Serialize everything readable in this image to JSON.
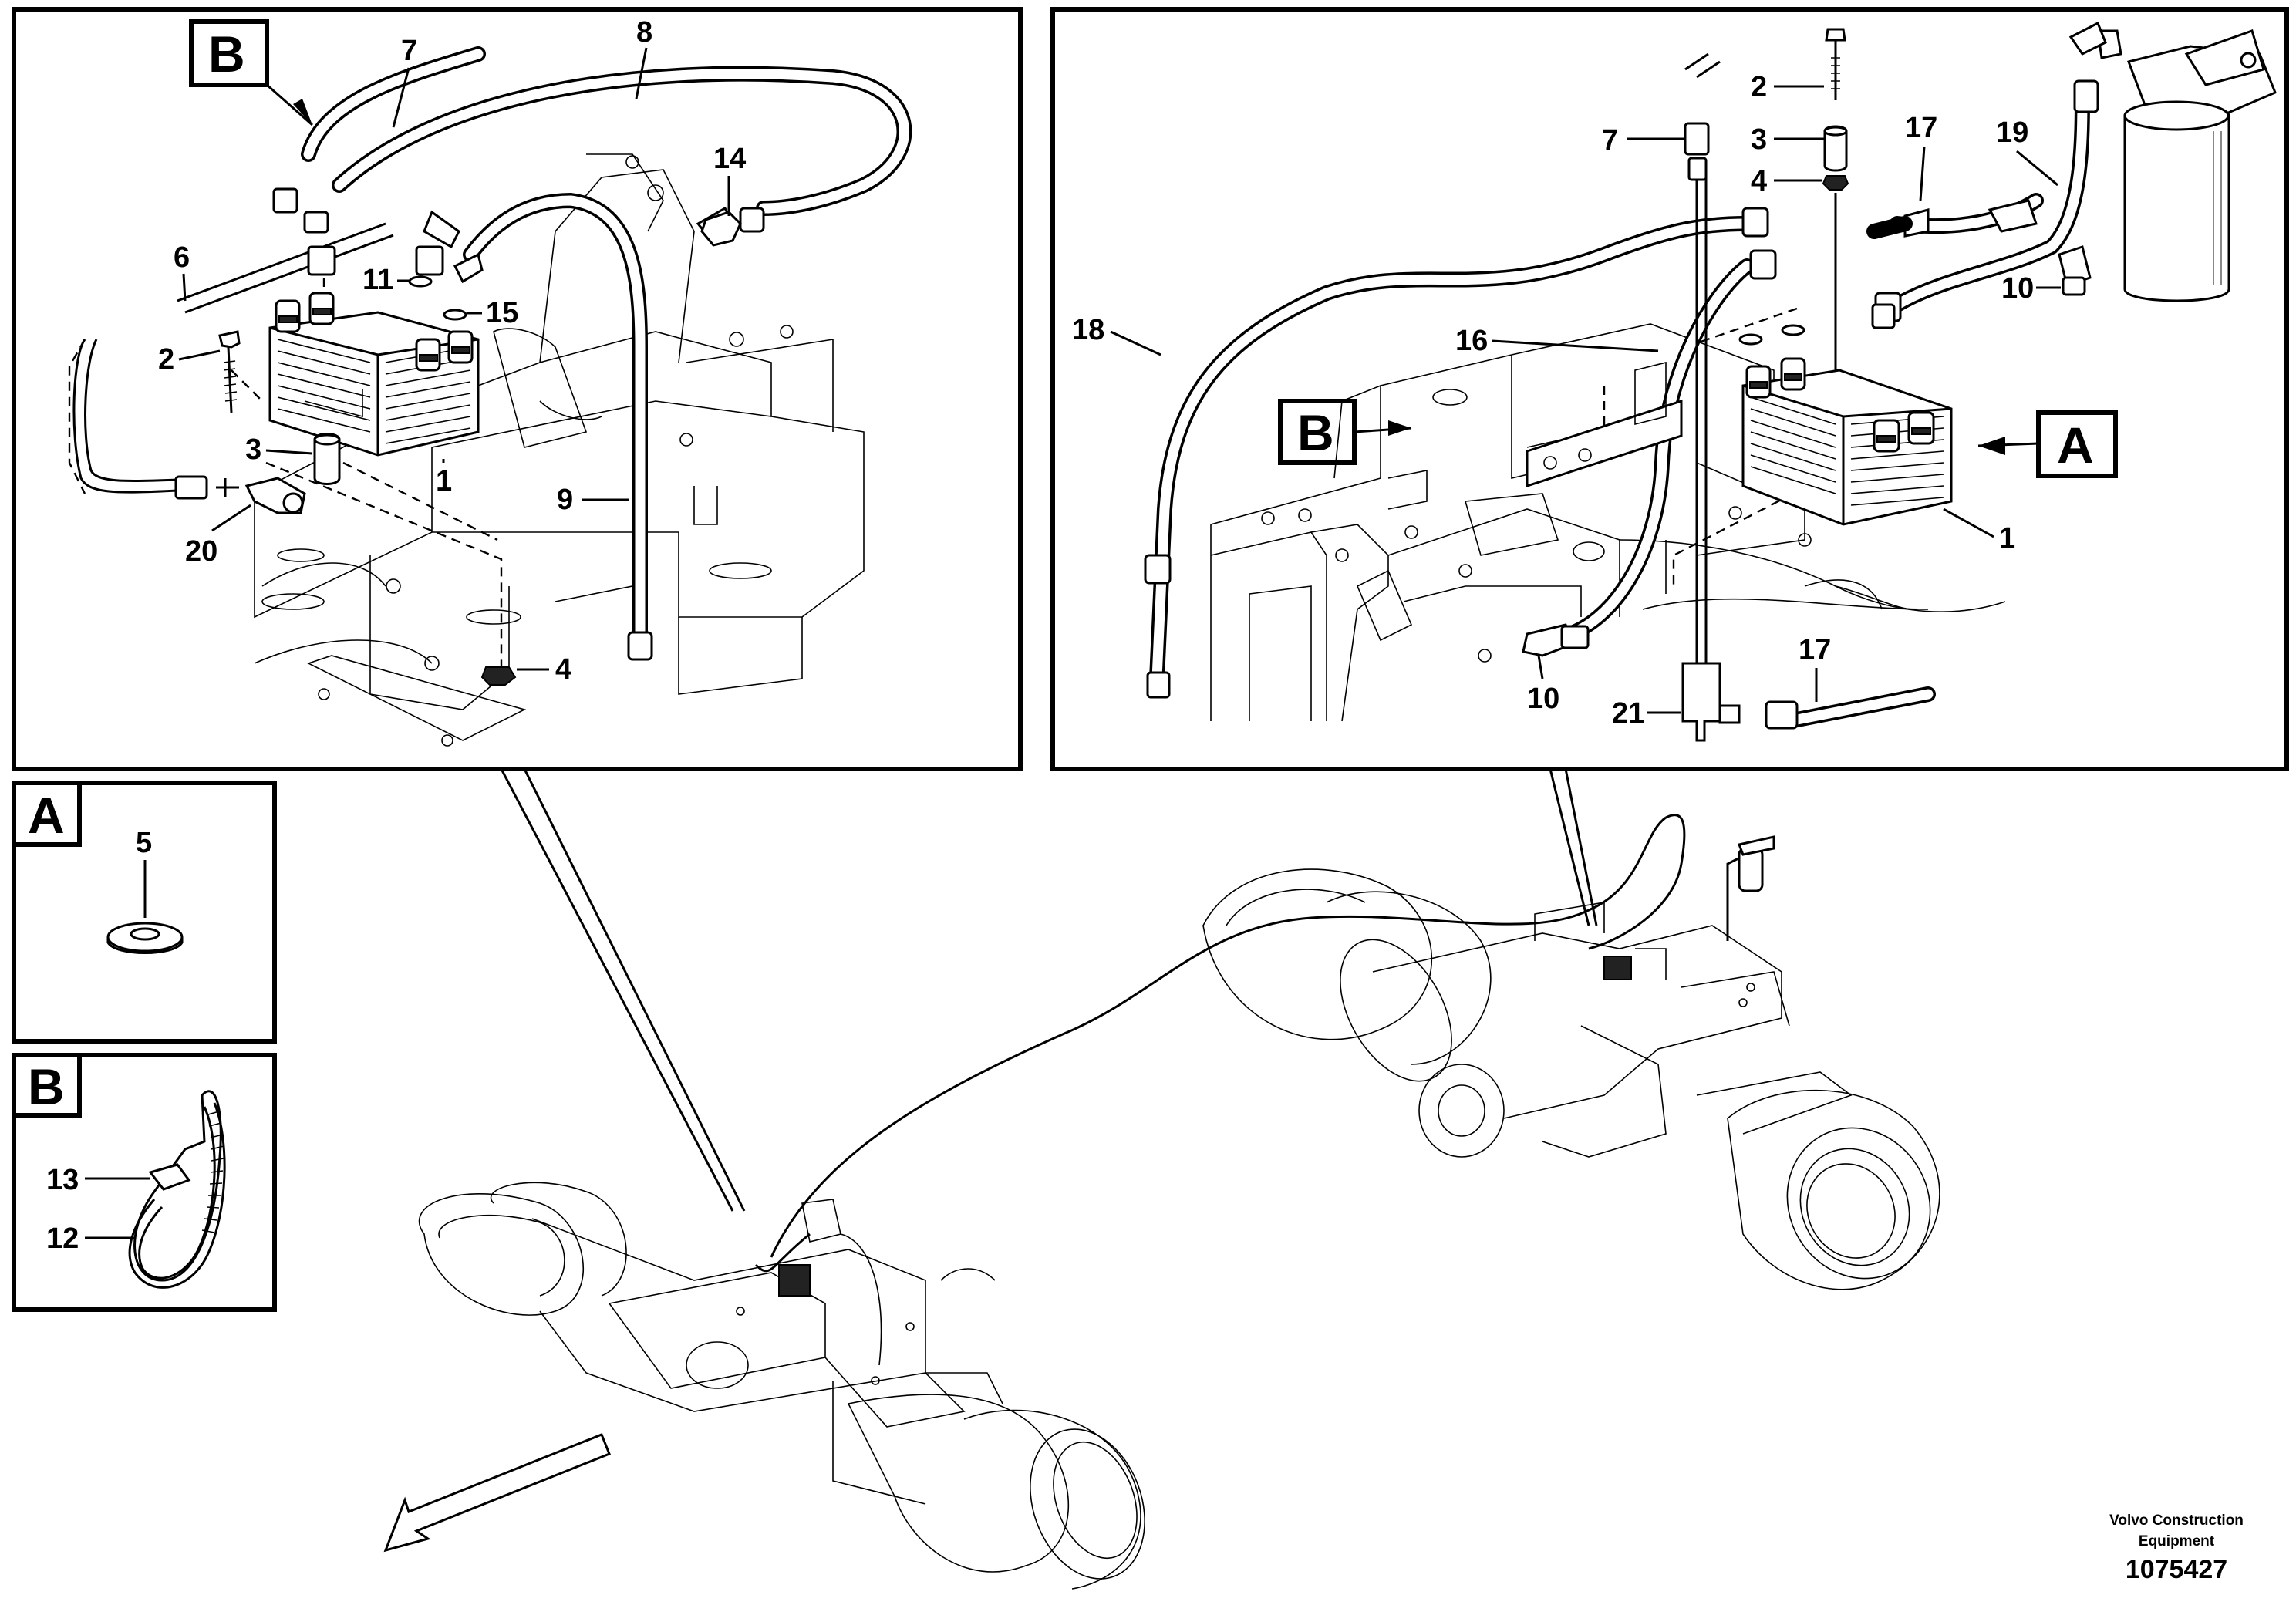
{
  "diagram": {
    "footer": {
      "brand_line1": "Volvo Construction",
      "brand_line2": "Equipment",
      "drawing_number": "1075427"
    },
    "detail_tags": {
      "a": "A",
      "b": "B"
    },
    "left_detail_callouts": {
      "c1": "1",
      "c2": "2",
      "c3": "3",
      "c4": "4",
      "c6": "6",
      "c7": "7",
      "c8": "8",
      "c9": "9",
      "c11": "11",
      "c14": "14",
      "c15": "15",
      "c20": "20"
    },
    "right_detail_callouts": {
      "c1": "1",
      "c2": "2",
      "c3": "3",
      "c4": "4",
      "c7": "7",
      "c10a": "10",
      "c10b": "10",
      "c16": "16",
      "c17a": "17",
      "c17b": "17",
      "c18": "18",
      "c19": "19",
      "c21": "21"
    },
    "box_a_callouts": {
      "c5": "5"
    },
    "box_b_callouts": {
      "c12": "12",
      "c13": "13"
    }
  }
}
